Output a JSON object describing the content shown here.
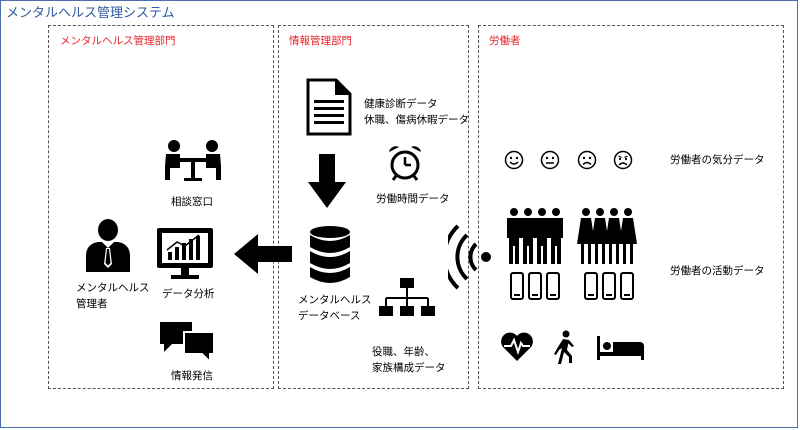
{
  "system_title": "メンタルヘルス管理システム",
  "panels": {
    "mental": {
      "title": "メンタルヘルス管理部門",
      "labels": {
        "consultation": "相談窓口",
        "manager_line1": "メンタルヘルス",
        "manager_line2": "管理者",
        "analysis": "データ分析",
        "dissemination": "情報発信"
      }
    },
    "info": {
      "title": "情報管理部門",
      "labels": {
        "health_line1": "健康診断データ",
        "health_line2": "休職、傷病休暇データ",
        "hours": "労働時間データ",
        "db_line1": "メンタルヘルス",
        "db_line2": "データベース",
        "attr_line1": "役職、年齢、",
        "attr_line2": "家族構成データ"
      }
    },
    "worker": {
      "title": "労働者",
      "labels": {
        "mood": "労働者の気分データ",
        "activity": "労働者の活動データ"
      }
    }
  }
}
